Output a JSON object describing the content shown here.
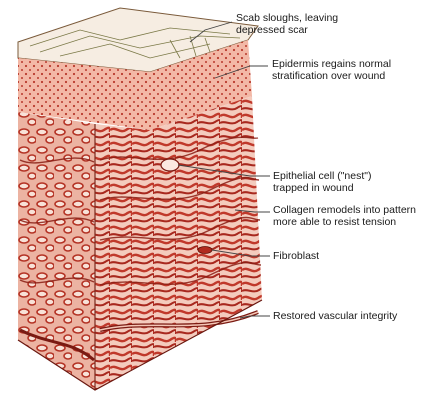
{
  "diagram": {
    "labels": [
      {
        "id": "scab",
        "lines": [
          "Scab sloughs, leaving",
          "depressed scar"
        ]
      },
      {
        "id": "epidermis",
        "lines": [
          "Epidermis regains normal",
          "stratification over wound"
        ]
      },
      {
        "id": "epithelial-nest",
        "lines": [
          "Epithelial cell (\"nest\")",
          "trapped in wound"
        ]
      },
      {
        "id": "collagen",
        "lines": [
          "Collagen remodels into pattern",
          "more able to resist tension"
        ]
      },
      {
        "id": "fibroblast",
        "lines": [
          "Fibroblast"
        ]
      },
      {
        "id": "vascular",
        "lines": [
          "Restored vascular integrity"
        ]
      }
    ],
    "colors": {
      "background": "#ffffff",
      "dermis": "#c94a3a",
      "dermis_light": "#f2c4b4",
      "epidermis": "#e8907c",
      "leader": "#444444",
      "fibrous_lines": "#6a6a2a"
    }
  }
}
